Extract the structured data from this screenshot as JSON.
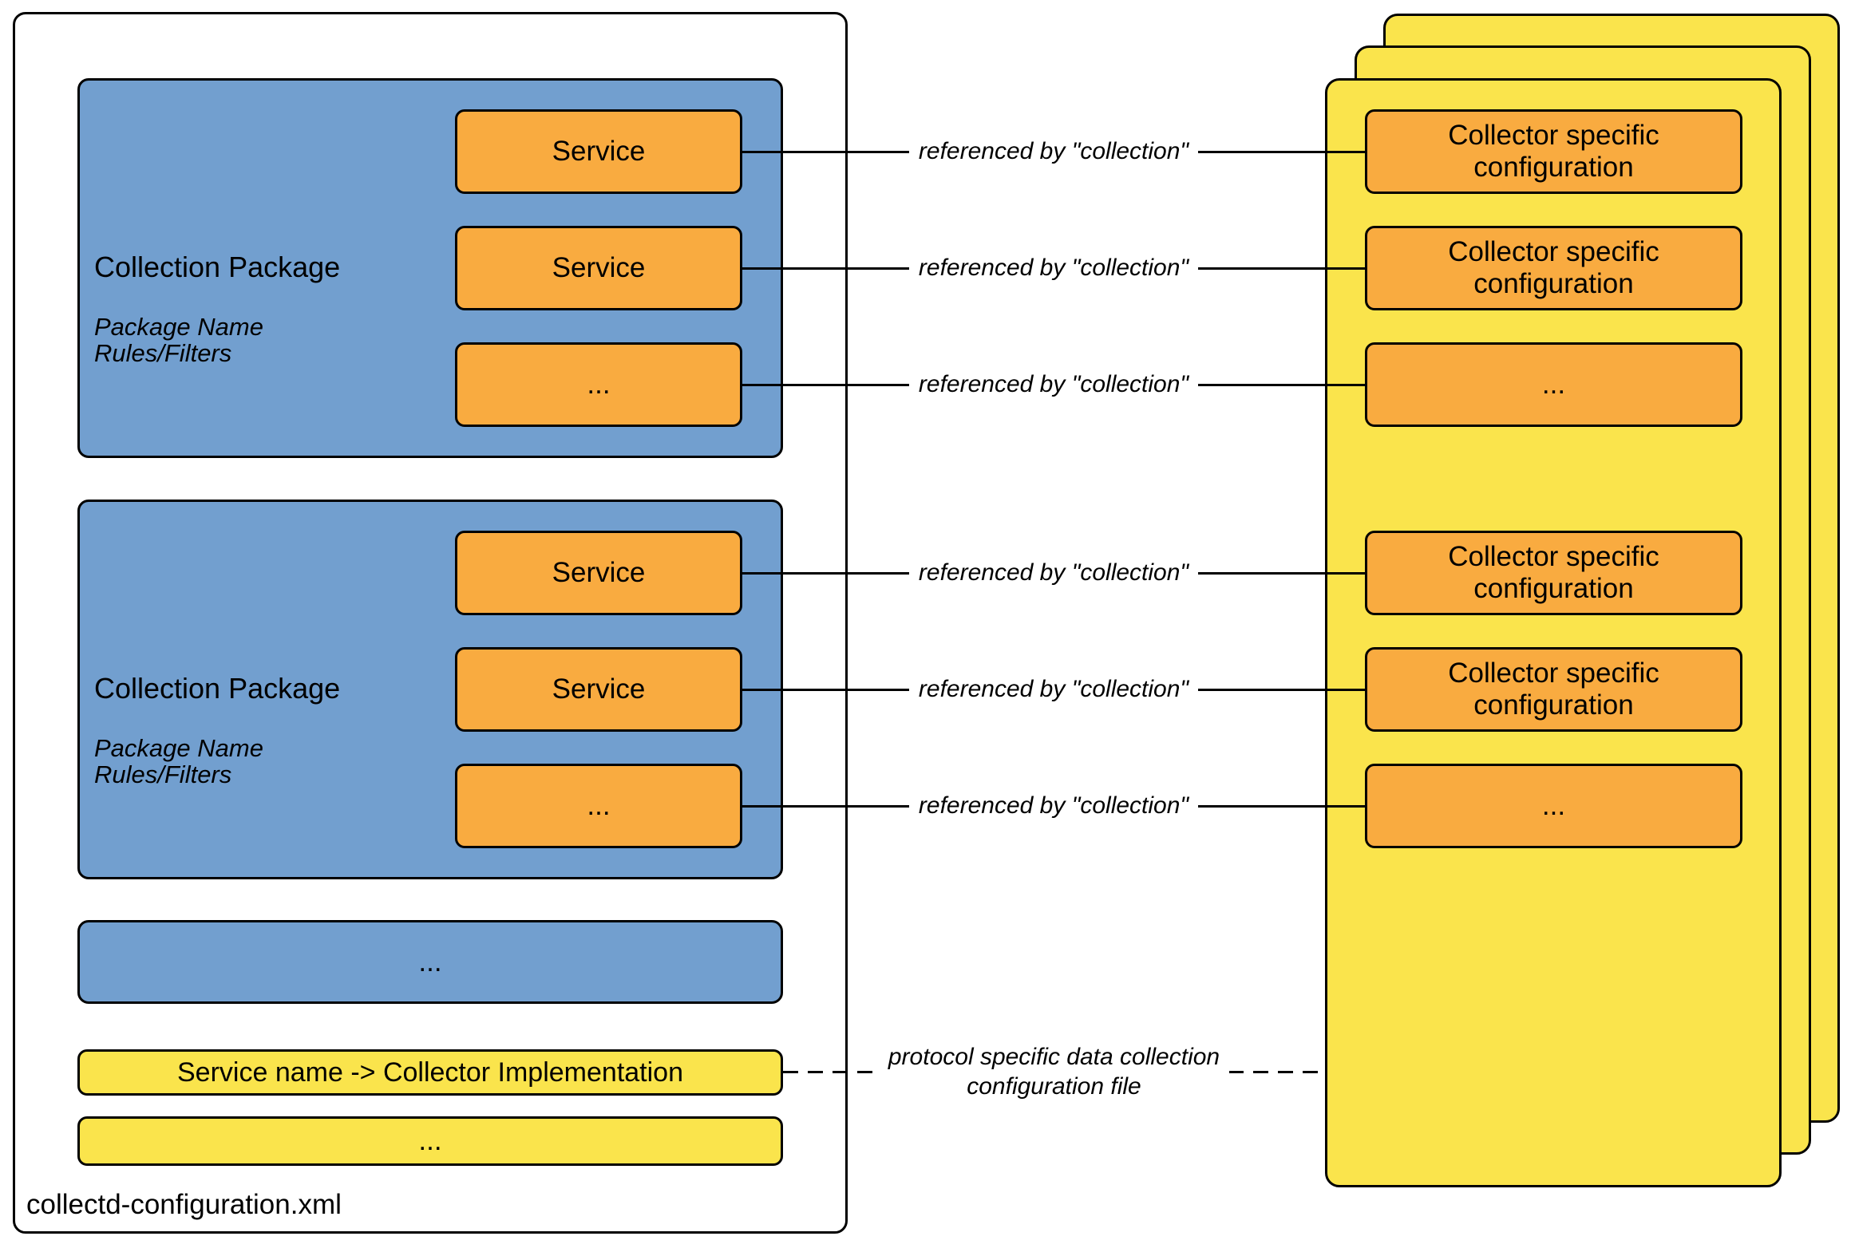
{
  "colors": {
    "blue": "#729FCF",
    "orange": "#F9AB40",
    "yellow": "#FAE44C",
    "line": "#000000"
  },
  "file_container": {
    "label": "collectd-configuration.xml"
  },
  "packages": [
    {
      "title": "Collection Package",
      "subtitle": [
        "Package Name",
        "Rules/Filters"
      ],
      "services": [
        "Service",
        "Service",
        "..."
      ]
    },
    {
      "title": "Collection Package",
      "subtitle": [
        "Package Name",
        "Rules/Filters"
      ],
      "services": [
        "Service",
        "Service",
        "..."
      ]
    }
  ],
  "packages_ellipsis": "...",
  "mapping": {
    "label": "Service name -> Collector Implementation",
    "ellipsis": "..."
  },
  "connectors": {
    "label": "referenced by \"collection\""
  },
  "dashed_connector": {
    "label_line1": "protocol specific data collection",
    "label_line2": "configuration file"
  },
  "collector_file": {
    "boxes": [
      "Collector specific configuration",
      "Collector specific configuration",
      "...",
      "Collector specific configuration",
      "Collector specific configuration",
      "..."
    ]
  }
}
